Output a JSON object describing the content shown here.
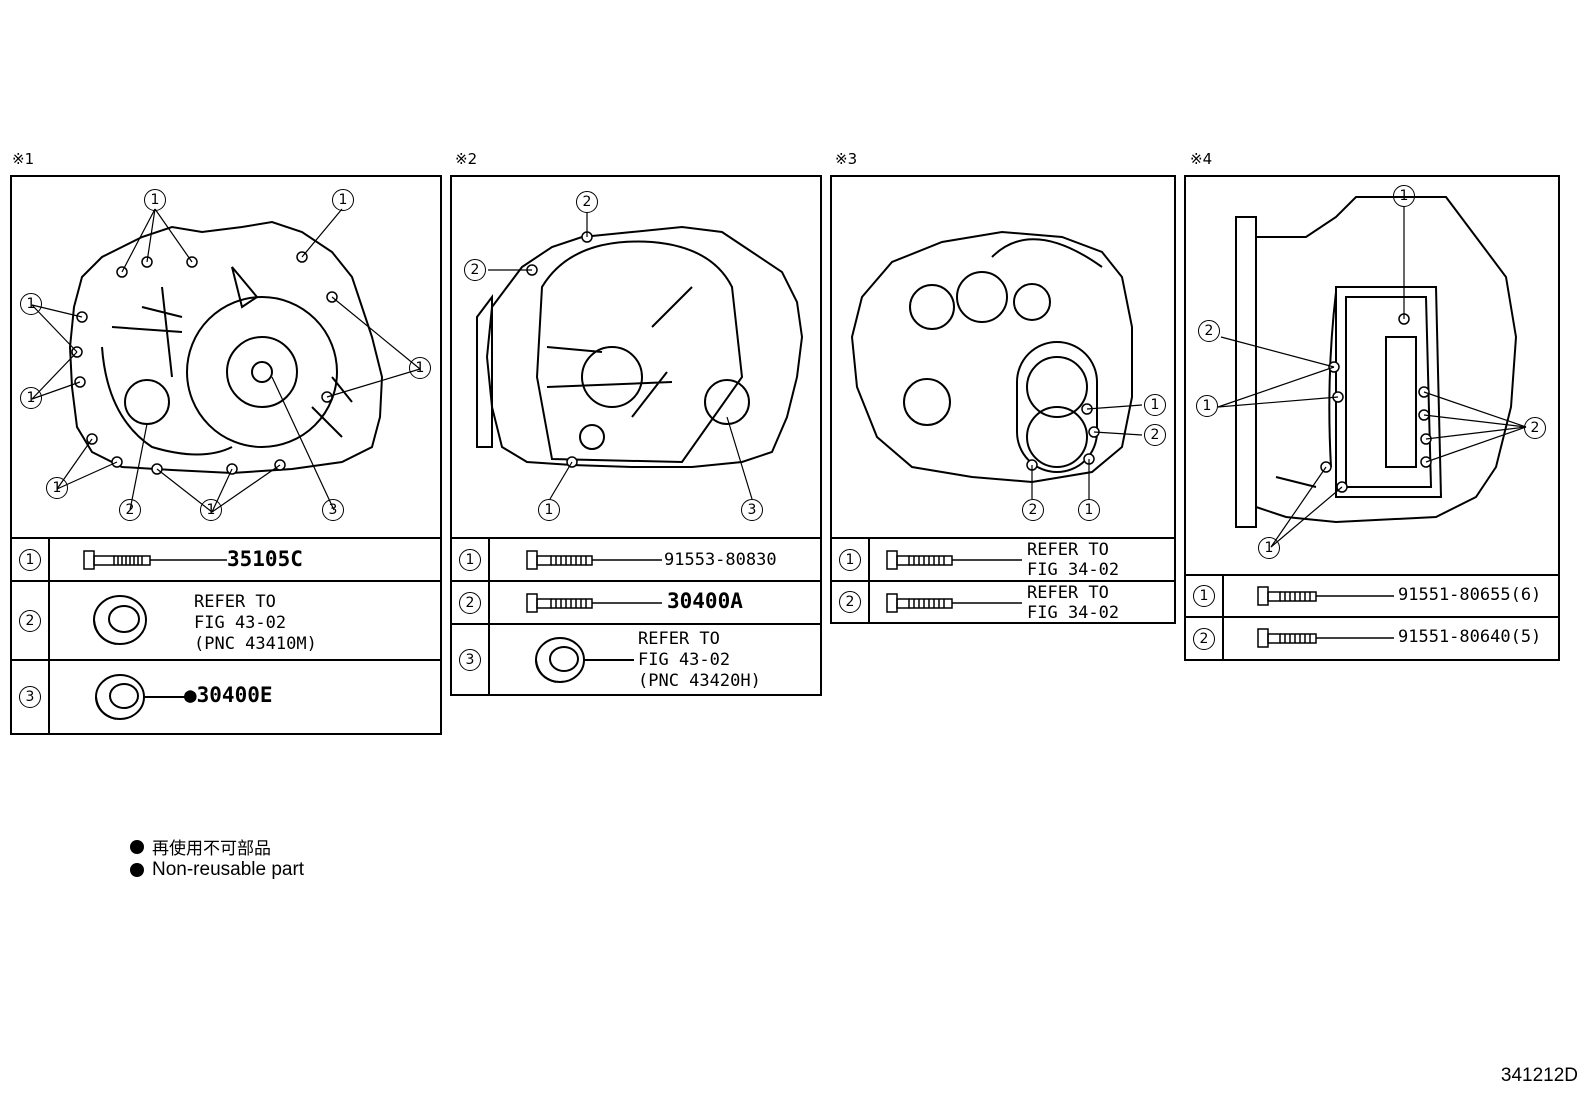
{
  "panels": [
    {
      "mark": "※1",
      "callouts": [
        "1",
        "1",
        "1",
        "1",
        "1",
        "2",
        "1",
        "3"
      ],
      "rows": [
        {
          "num": "1",
          "part": "35105C"
        },
        {
          "num": "2",
          "refer": [
            "REFER TO",
            "FIG 43-02",
            "(PNC 43410M)"
          ]
        },
        {
          "num": "3",
          "part": "●30400E"
        }
      ]
    },
    {
      "mark": "※2",
      "callouts": [
        "2",
        "2",
        "1",
        "3"
      ],
      "rows": [
        {
          "num": "1",
          "part": "91553-80830"
        },
        {
          "num": "2",
          "part": "30400A"
        },
        {
          "num": "3",
          "refer": [
            "REFER TO",
            "FIG 43-02",
            "(PNC 43420H)"
          ]
        }
      ]
    },
    {
      "mark": "※3",
      "callouts": [
        "1",
        "2",
        "2",
        "1"
      ],
      "rows": [
        {
          "num": "1",
          "refer": [
            "REFER TO",
            "FIG 34-02"
          ]
        },
        {
          "num": "2",
          "refer": [
            "REFER TO",
            "FIG 34-02"
          ]
        }
      ]
    },
    {
      "mark": "※4",
      "callouts": [
        "1",
        "2",
        "1",
        "2",
        "1"
      ],
      "rows": [
        {
          "num": "1",
          "part": "91551-80655(6)"
        },
        {
          "num": "2",
          "part": "91551-80640(5)"
        }
      ]
    }
  ],
  "legend": {
    "jp": "再使用不可部品",
    "en": "Non-reusable part"
  },
  "figure_code": "341212D"
}
